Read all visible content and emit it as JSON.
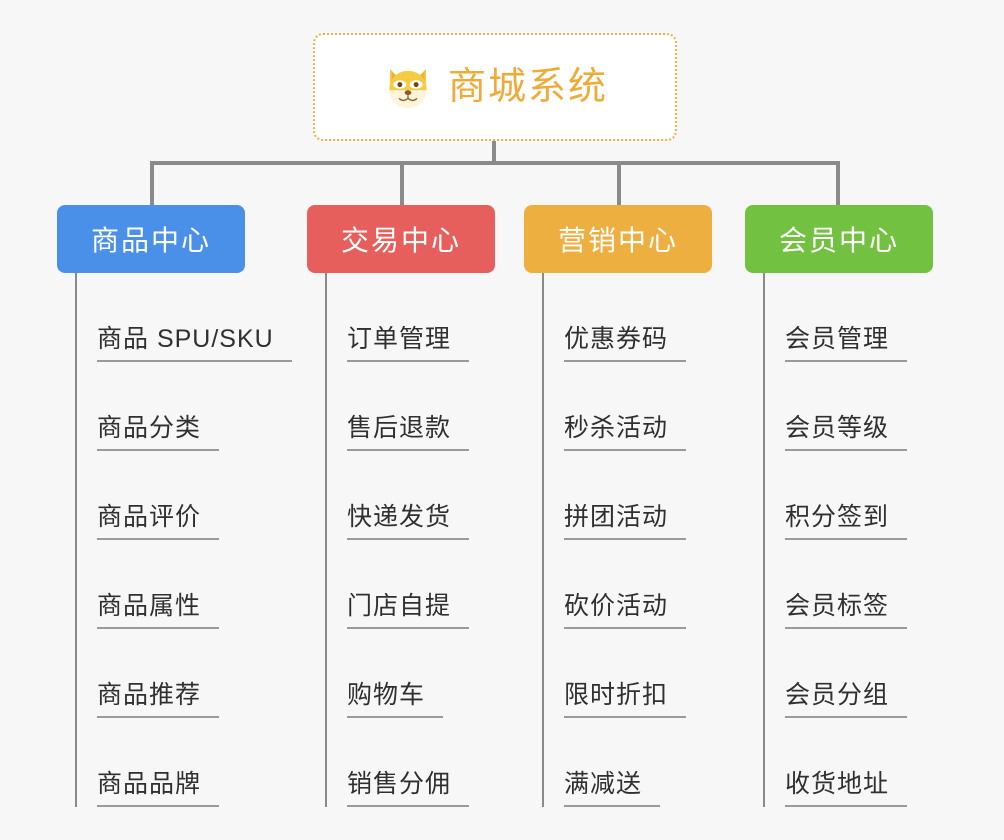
{
  "page": {
    "background_color": "#f7f7f7",
    "type": "mindmap-tree"
  },
  "root": {
    "title": "商城系统",
    "icon": "dog-face-icon",
    "border_color": "#eab14a",
    "text_color": "#eeab38",
    "background_color": "#ffffff"
  },
  "connector_color": "#8a8a8a",
  "branches": [
    {
      "label": "商品中心",
      "color": "#4a90e8",
      "items": [
        "商品 SPU/SKU",
        "商品分类",
        "商品评价",
        "商品属性",
        "商品推荐",
        "商品品牌"
      ]
    },
    {
      "label": "交易中心",
      "color": "#e65f5c",
      "items": [
        "订单管理",
        "售后退款",
        "快递发货",
        "门店自提",
        "购物车",
        "销售分佣"
      ]
    },
    {
      "label": "营销中心",
      "color": "#eeaf41",
      "items": [
        "优惠券码",
        "秒杀活动",
        "拼团活动",
        "砍价活动",
        "限时折扣",
        "满减送"
      ]
    },
    {
      "label": "会员中心",
      "color": "#72c140",
      "items": [
        "会员管理",
        "会员等级",
        "积分签到",
        "会员标签",
        "会员分组",
        "收货地址"
      ]
    }
  ]
}
